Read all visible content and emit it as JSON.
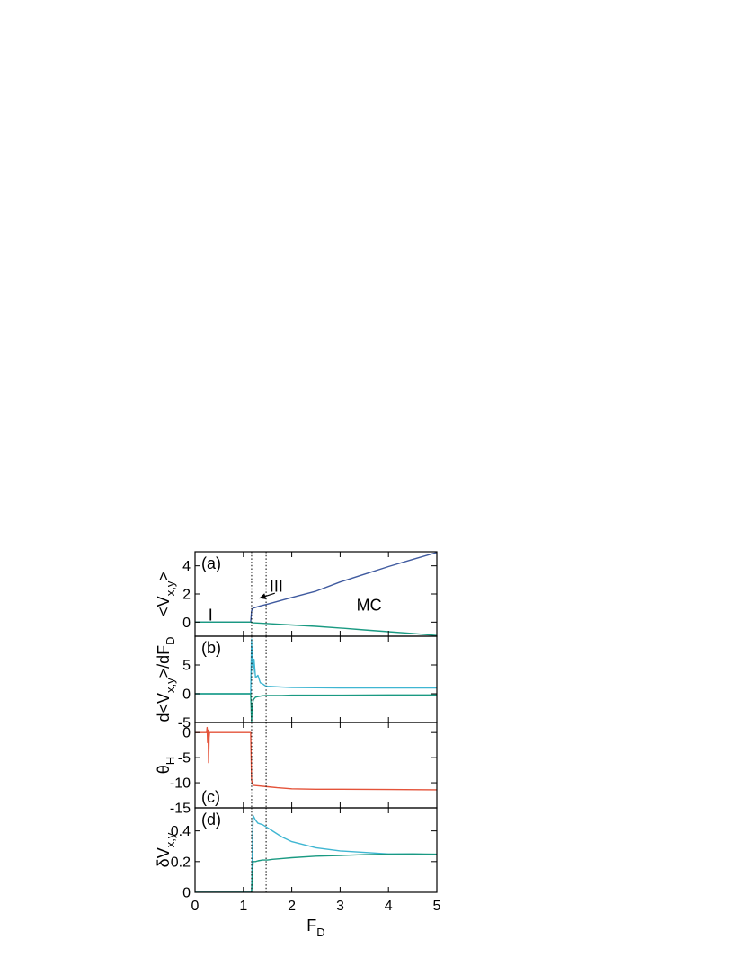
{
  "chart_data": {
    "type": "line",
    "shared_x": {
      "label_main": "F",
      "label_sub": "D",
      "lim": [
        0,
        5
      ],
      "ticks": [
        0,
        1,
        2,
        3,
        4,
        5
      ],
      "tick_labels": [
        "0",
        "1",
        "2",
        "3",
        "4",
        "5"
      ]
    },
    "vertical_markers": [
      1.17,
      1.47
    ],
    "colors": {
      "blue": "#3f5a9f",
      "teal": "#1a9a82",
      "cyan": "#3fb6d2",
      "red": "#e4533a"
    },
    "panels": [
      {
        "id": "a",
        "label": "(a)",
        "ylabel_parts": [
          "<V",
          "x,y",
          ">"
        ],
        "ylim": [
          -1.0,
          5.0
        ],
        "yticks": [
          0,
          2,
          4
        ],
        "ytick_labels": [
          "0",
          "2",
          "4"
        ],
        "annotations": [
          {
            "text": "I",
            "x": 0.32,
            "y": 0.5
          },
          {
            "text": "III",
            "x": 1.68,
            "y": 2.55
          },
          {
            "text": "MC",
            "x": 3.6,
            "y": 1.2
          }
        ],
        "arrow": {
          "from": [
            1.65,
            2.05
          ],
          "to": [
            1.33,
            1.7
          ]
        },
        "series": [
          {
            "color_key": "blue",
            "x": [
              0,
              0.5,
              1.0,
              1.15,
              1.17,
              1.2,
              1.25,
              1.35,
              1.5,
              2.0,
              2.5,
              3.0,
              3.5,
              4.0,
              4.5,
              5.0
            ],
            "y": [
              0,
              0,
              0,
              0,
              0.8,
              1.0,
              1.05,
              1.15,
              1.28,
              1.75,
              2.2,
              2.85,
              3.4,
              3.95,
              4.45,
              4.95
            ]
          },
          {
            "color_key": "teal",
            "x": [
              0,
              0.5,
              1.0,
              1.15,
              1.17,
              1.2,
              1.5,
              2.0,
              2.5,
              3.0,
              3.5,
              4.0,
              4.5,
              5.0
            ],
            "y": [
              0,
              0,
              0,
              0,
              -0.02,
              -0.05,
              -0.1,
              -0.2,
              -0.3,
              -0.42,
              -0.55,
              -0.68,
              -0.8,
              -0.95
            ]
          }
        ]
      },
      {
        "id": "b",
        "label": "(b)",
        "ylabel_parts": [
          "d<V",
          "x,y",
          ">/dF",
          "D",
          ""
        ],
        "ylim": [
          -5,
          10
        ],
        "yticks": [
          -5,
          0,
          5
        ],
        "ytick_labels": [
          "-5",
          "0",
          "5"
        ],
        "series": [
          {
            "color_key": "cyan",
            "x": [
              0,
              0.5,
              1.0,
              1.15,
              1.17,
              1.18,
              1.19,
              1.2,
              1.22,
              1.25,
              1.3,
              1.35,
              1.4,
              1.45,
              1.5,
              1.6,
              1.8,
              2.0,
              2.5,
              3.0,
              4.0,
              5.0
            ],
            "y": [
              0,
              0,
              0,
              0,
              9.5,
              5.0,
              8.0,
              3.5,
              6.0,
              2.8,
              3.2,
              1.9,
              1.7,
              1.4,
              1.3,
              1.25,
              1.15,
              1.1,
              1.05,
              1.02,
              1.0,
              1.0
            ]
          },
          {
            "color_key": "teal",
            "x": [
              0,
              0.5,
              1.0,
              1.15,
              1.17,
              1.18,
              1.2,
              1.22,
              1.25,
              1.3,
              1.4,
              1.5,
              1.8,
              2.0,
              3.0,
              4.0,
              5.0
            ],
            "y": [
              0,
              0,
              0,
              0,
              -5.0,
              -2.5,
              -1.2,
              -0.9,
              -0.6,
              -0.5,
              -0.35,
              -0.3,
              -0.3,
              -0.25,
              -0.25,
              -0.2,
              -0.2
            ]
          }
        ]
      },
      {
        "id": "c",
        "label": "(c)",
        "ylabel_parts": [
          "θ",
          "H"
        ],
        "ylim": [
          -15,
          2
        ],
        "yticks": [
          -15,
          -10,
          -5,
          0
        ],
        "ytick_labels": [
          "-15",
          "-10",
          "-5",
          "0"
        ],
        "series": [
          {
            "color_key": "red",
            "x": [
              0,
              0.24,
              0.25,
              0.26,
              0.27,
              0.28,
              0.29,
              0.3,
              0.5,
              1.0,
              1.15,
              1.17,
              1.2,
              1.3,
              1.5,
              1.7,
              2.0,
              2.5,
              3.0,
              4.0,
              5.0
            ],
            "y": [
              0,
              0,
              1.0,
              -2.0,
              0.5,
              -6.0,
              -1.0,
              0,
              0,
              0,
              0,
              -9.5,
              -10.5,
              -10.6,
              -10.8,
              -11.0,
              -11.2,
              -11.3,
              -11.3,
              -11.35,
              -11.4
            ]
          }
        ]
      },
      {
        "id": "d",
        "label": "(d)",
        "ylabel_parts": [
          "δV",
          "x,y"
        ],
        "ylim": [
          0,
          0.55
        ],
        "yticks": [
          0,
          0.2,
          0.4
        ],
        "ytick_labels": [
          "0",
          "0.2",
          "0.4"
        ],
        "series": [
          {
            "color_key": "cyan",
            "x": [
              0,
              0.5,
              1.0,
              1.15,
              1.17,
              1.2,
              1.25,
              1.3,
              1.4,
              1.5,
              1.6,
              1.8,
              2.0,
              2.5,
              3.0,
              3.5,
              4.0,
              4.5,
              5.0
            ],
            "y": [
              0,
              0,
              0,
              0,
              0.0,
              0.5,
              0.47,
              0.45,
              0.44,
              0.42,
              0.4,
              0.36,
              0.33,
              0.29,
              0.27,
              0.26,
              0.25,
              0.25,
              0.245
            ]
          },
          {
            "color_key": "teal",
            "x": [
              0,
              0.5,
              1.0,
              1.15,
              1.17,
              1.2,
              1.25,
              1.3,
              1.4,
              1.5,
              1.6,
              1.8,
              2.0,
              2.5,
              3.0,
              3.5,
              4.0,
              4.5,
              5.0
            ],
            "y": [
              0,
              0,
              0,
              0,
              0.0,
              0.2,
              0.2,
              0.205,
              0.21,
              0.21,
              0.215,
              0.22,
              0.225,
              0.235,
              0.24,
              0.245,
              0.248,
              0.25,
              0.248
            ]
          }
        ]
      }
    ]
  }
}
